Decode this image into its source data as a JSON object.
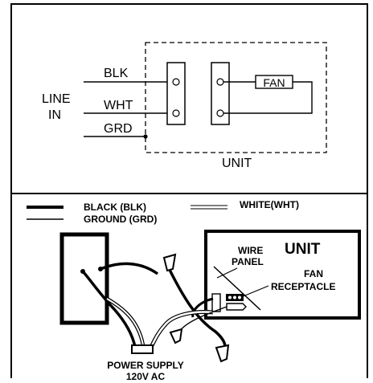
{
  "top_schematic": {
    "line_in_label_1": "LINE",
    "line_in_label_2": "IN",
    "blk_label": "BLK",
    "wht_label": "WHT",
    "grd_label": "GRD",
    "fan_label": "FAN",
    "unit_label": "UNIT"
  },
  "legend": {
    "black_label": "BLACK (BLK)",
    "ground_label": "GROUND (GRD)",
    "white_label": "WHITE(WHT)"
  },
  "bottom_illustration": {
    "unit_title": "UNIT",
    "wire_panel_line1": "WIRE",
    "wire_panel_line2": "PANEL",
    "fan_receptacle_line1": "FAN",
    "fan_receptacle_line2": "RECEPTACLE",
    "power_supply_line1": "POWER SUPPLY",
    "power_supply_line2": "120V AC"
  }
}
